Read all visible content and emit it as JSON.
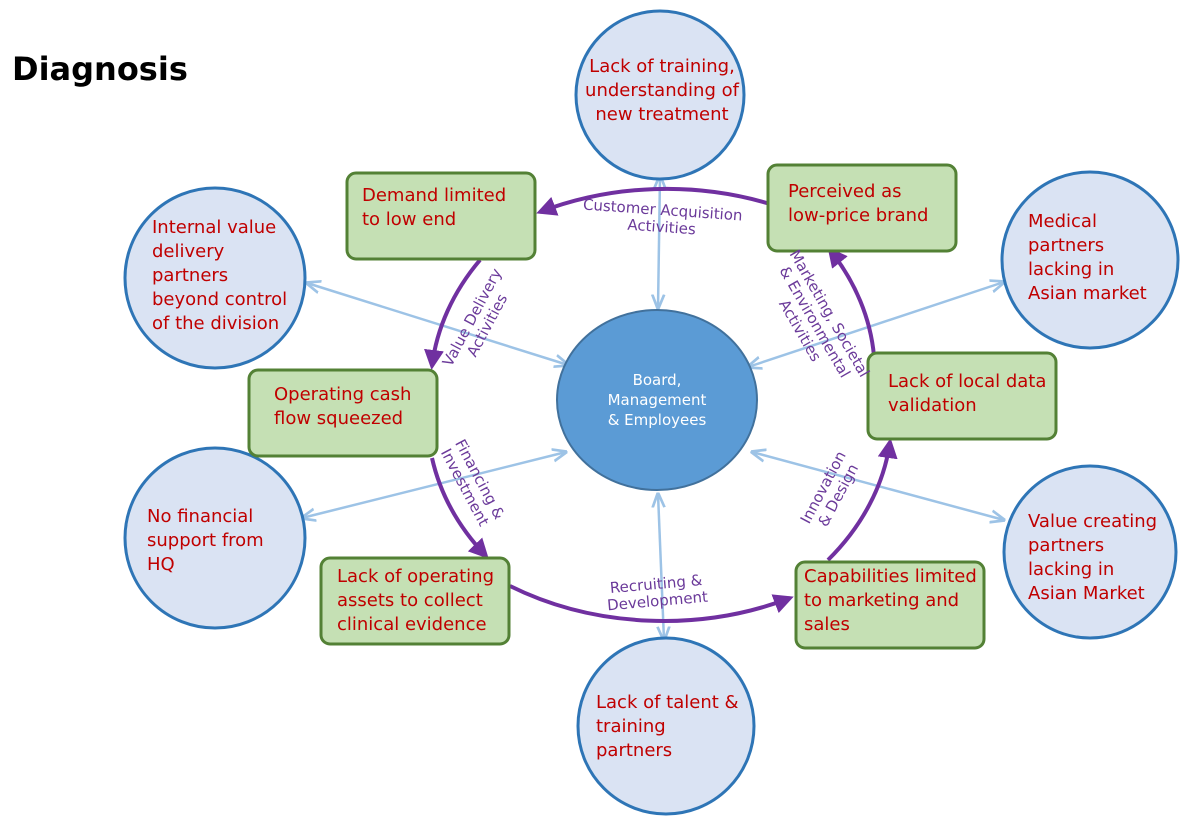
{
  "title": "Diagnosis",
  "colors": {
    "circle_fill": "#dae3f3",
    "circle_stroke": "#2e75b6",
    "box_fill": "#c5e0b4",
    "box_stroke": "#538135",
    "center_fill": "#5b9bd5",
    "cycle": "#7030a0",
    "connector": "#9dc3e6",
    "problem_text": "#c00000"
  },
  "center": {
    "label": "Board,\nManagement\n& Employees"
  },
  "outer_circles": [
    {
      "id": "top",
      "label": "Lack of training,\nunderstanding of\nnew treatment"
    },
    {
      "id": "upper-left",
      "label": "Internal value\ndelivery\npartners\nbeyond control\nof the division"
    },
    {
      "id": "upper-right",
      "label": "Medical\npartners\nlacking in\nAsian market"
    },
    {
      "id": "lower-left",
      "label": "No financial\nsupport from\nHQ"
    },
    {
      "id": "lower-right",
      "label": "Value creating\npartners\nlacking in\nAsian Market"
    },
    {
      "id": "bottom",
      "label": "Lack of talent &\ntraining\npartners"
    }
  ],
  "boxes": [
    {
      "id": "demand",
      "label": "Demand limited\nto low end"
    },
    {
      "id": "perceived",
      "label": "Perceived as\nlow-price brand"
    },
    {
      "id": "cash",
      "label": "Operating cash\nflow squeezed"
    },
    {
      "id": "data",
      "label": "Lack of local data\nvalidation"
    },
    {
      "id": "assets",
      "label": "Lack of operating\nassets to collect\nclinical evidence"
    },
    {
      "id": "capabilities",
      "label": "Capabilities limited\nto marketing and\nsales"
    }
  ],
  "activities": [
    {
      "id": "customer",
      "label": "Customer Acquisition\nActivities"
    },
    {
      "id": "marketing",
      "label": "Marketing, Societal\n& Environmental\nActivities"
    },
    {
      "id": "value-delivery",
      "label": "Value Delivery\nActivities"
    },
    {
      "id": "financing",
      "label": "Financing &\nInvestment"
    },
    {
      "id": "recruiting",
      "label": "Recruiting &\nDevelopment"
    },
    {
      "id": "innovation",
      "label": "Innovation\n& Design"
    }
  ]
}
